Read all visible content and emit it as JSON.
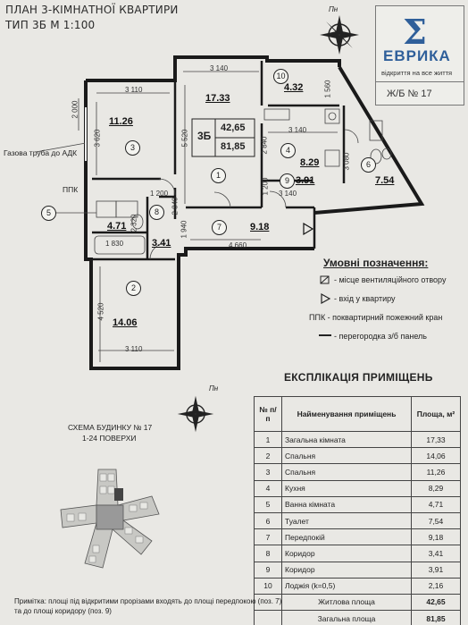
{
  "title": {
    "line1": "ПЛАН 3-КІМНАТНОЇ КВАРТИРИ",
    "line2": "ТИП 3Б  М 1:100"
  },
  "logo": {
    "symbol": "Σ",
    "name": "ЕВРИКА",
    "slogan": "відкриття на все життя",
    "code": "Ж/Б № 17"
  },
  "compass_top": "Пн",
  "compass_scheme": "Пн",
  "plan": {
    "dims": {
      "d3140a": "3 140",
      "d3110a": "3 110",
      "d2000": "2 000",
      "d3620": "3 620",
      "d5520": "5 520",
      "d1560": "1 560",
      "d3140b": "3 140",
      "d2840a": "2 840",
      "d3080": "3 080",
      "d3140c": "3 140",
      "d1200a": "1 200",
      "d1200b": "1 200",
      "d2840b": "2 840",
      "d2320": "2 320",
      "d1830": "1 830",
      "d1940": "1 940",
      "d4660": "4 660",
      "d4520": "4 520",
      "d3110b": "3 110"
    },
    "areas": {
      "a1": "17.33",
      "a2": "14.06",
      "a3": "11.26",
      "a4": "8.29",
      "a5": "4.71",
      "a6": "7.54",
      "a7": "9.18",
      "a8": "3.41",
      "a9": "3.91",
      "a10": "4.32"
    },
    "room_numbers": [
      "1",
      "2",
      "3",
      "4",
      "5",
      "6",
      "7",
      "8",
      "9",
      "10"
    ],
    "type_box": {
      "type": "3Б",
      "living": "42,65",
      "total": "81,85"
    },
    "gas_label": "Газова труба до АДК",
    "ppk_label": "ППК"
  },
  "legend": {
    "title": "Умовні позначення:",
    "items": [
      "- місце вентиляційного отвору",
      "- вхід у квартиру",
      "ППК - поквартирний пожежний кран",
      "- перегородка з/б панель"
    ]
  },
  "explication": {
    "title": "ЕКСПЛІКАЦІЯ ПРИМІЩЕНЬ",
    "headers": [
      "№ п/п",
      "Найменування приміщень",
      "Площа, м²"
    ],
    "rows": [
      [
        "1",
        "Загальна кімната",
        "17,33"
      ],
      [
        "2",
        "Спальня",
        "14,06"
      ],
      [
        "3",
        "Спальня",
        "11,26"
      ],
      [
        "4",
        "Кухня",
        "8,29"
      ],
      [
        "5",
        "Ванна кімната",
        "4,71"
      ],
      [
        "6",
        "Туалет",
        "7,54"
      ],
      [
        "7",
        "Передпокій",
        "9,18"
      ],
      [
        "8",
        "Коридор",
        "3,41"
      ],
      [
        "9",
        "Коридор",
        "3,91"
      ],
      [
        "10",
        "Лоджія (k=0,5)",
        "2,16"
      ]
    ],
    "living_label": "Житлова площа",
    "living_value": "42,65",
    "total_label": "Загальна площа",
    "total_value": "81,85"
  },
  "scheme": {
    "line1": "СХЕМА БУДИНКУ № 17",
    "line2": "1-24 ПОВЕРХИ"
  },
  "note": {
    "line1": "Примітка: площі під відкритими прорізами входять до площі передпокою (поз. 7)",
    "line2": "та до площі коридору (поз. 9)"
  }
}
